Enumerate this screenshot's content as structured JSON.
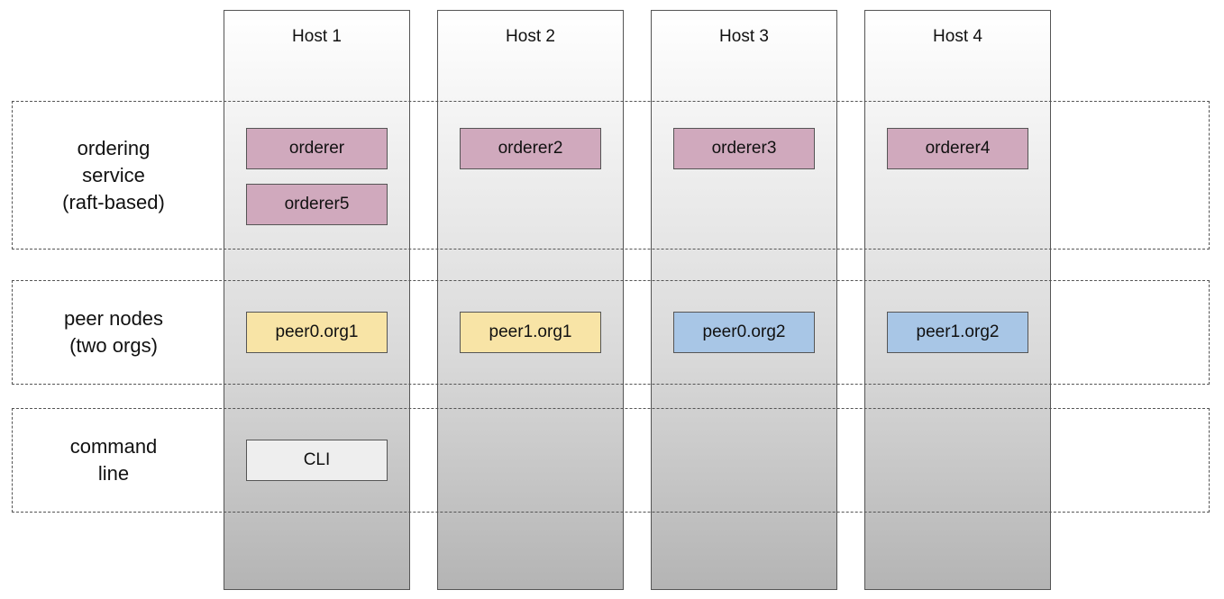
{
  "hosts": [
    "Host 1",
    "Host 2",
    "Host 3",
    "Host 4"
  ],
  "layers": [
    {
      "label_lines": [
        "ordering",
        "service",
        "(raft-based)"
      ]
    },
    {
      "label_lines": [
        "peer nodes",
        "(two orgs)"
      ]
    },
    {
      "label_lines": [
        "command",
        "line"
      ]
    }
  ],
  "nodes": {
    "orderer": "orderer",
    "orderer2": "orderer2",
    "orderer3": "orderer3",
    "orderer4": "orderer4",
    "orderer5": "orderer5",
    "peer0_org1": "peer0.org1",
    "peer1_org1": "peer1.org1",
    "peer0_org2": "peer0.org2",
    "peer1_org2": "peer1.org2",
    "cli": "CLI"
  },
  "colors": {
    "orderer": "#d0a9bd",
    "org1": "#f8e4a6",
    "org2": "#a8c6e6",
    "cli": "#eeeeee"
  }
}
